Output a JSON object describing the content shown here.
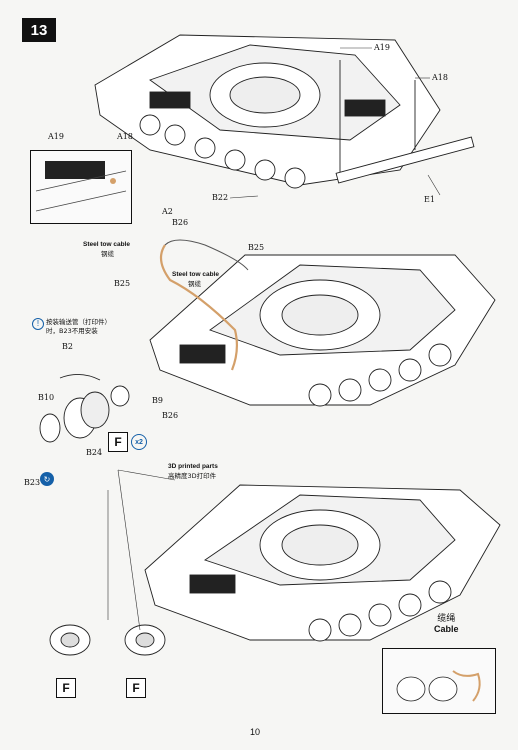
{
  "step": {
    "number": "13"
  },
  "parts": {
    "a19_top": "A19",
    "a18_top": "A18",
    "a19_inset": "A19",
    "a18_inset": "A18",
    "b22": "B22",
    "e1": "E1",
    "a2": "A2",
    "b26_top": "B26",
    "b25_left": "B25",
    "b25_right": "B25",
    "b26_bottom": "B26",
    "b2": "B2",
    "b10": "B10",
    "b9": "B9",
    "b24": "B24",
    "b23": "B23"
  },
  "callouts": {
    "steel_tow_cable_1_en": "Steel tow cable",
    "steel_tow_cable_1_cn": "钢缆",
    "steel_tow_cable_2_en": "Steel tow cable",
    "steel_tow_cable_2_cn": "钢缆",
    "printed_parts_en": "3D printed parts",
    "printed_parts_cn": "高精度3D打印件",
    "cable_cn": "缆绳",
    "cable_en": "Cable"
  },
  "note": {
    "icon": "exclamation-icon",
    "line1": "按装输送管（打印件）",
    "line2": "时，B23不用安装"
  },
  "markers": {
    "f1": "F",
    "f2": "F",
    "f3": "F",
    "x2": "x2"
  },
  "footer": {
    "page_number": "10"
  },
  "colors": {
    "accent": "#1560a8",
    "ink": "#111111",
    "cable": "#d4a06a"
  }
}
